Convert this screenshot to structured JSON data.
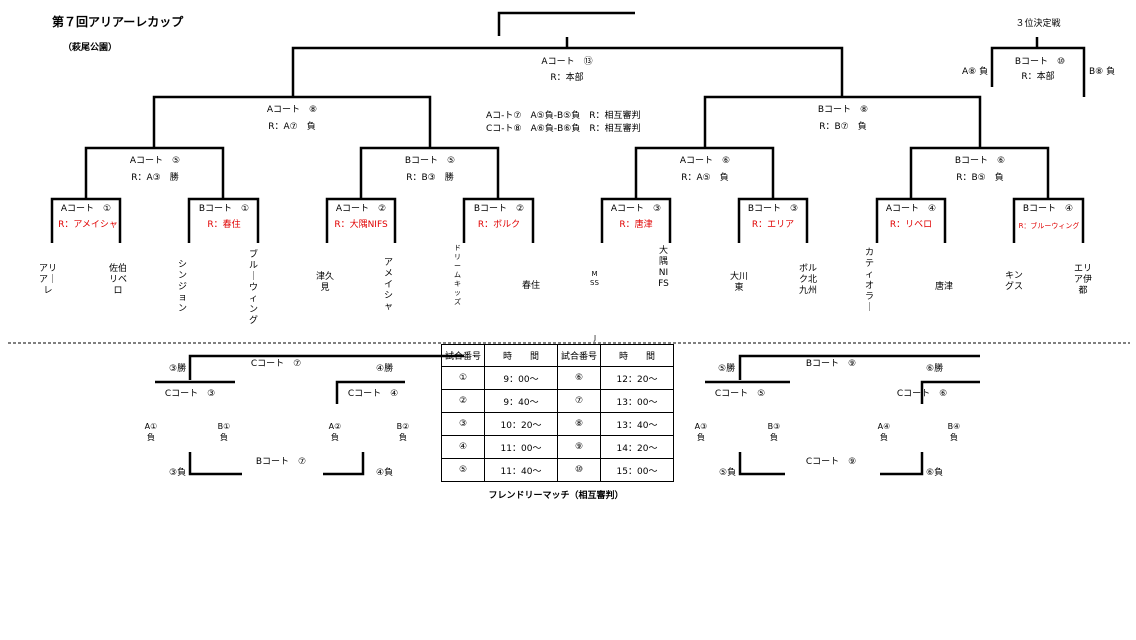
{
  "header": {
    "title": "第７回アリアーレカップ",
    "venue": "（萩尾公園）"
  },
  "third_place": {
    "title": "３位決定戦",
    "court": "Bコート　⑩",
    "ref": "R：本部",
    "left": "A⑧ 負",
    "right": "B⑧ 負"
  },
  "final": {
    "court": "Aコート　⑬",
    "ref": "R：本部"
  },
  "semis": [
    {
      "court": "Aコート　⑧",
      "ref": "R：A⑦　負"
    },
    {
      "court": "Bコート　⑧",
      "ref": "R：B⑦　負"
    }
  ],
  "mid_notes": [
    "Aコ-ト⑦　A⑤負-B⑤負　R：相互審判",
    "Cコ-ト⑧　A⑥負-B⑥負　R：相互審判"
  ],
  "quarters": [
    {
      "court": "Aコート　⑤",
      "ref": "R：A③　勝"
    },
    {
      "court": "Bコート　⑤",
      "ref": "R：B③　勝"
    },
    {
      "court": "Aコート　⑥",
      "ref": "R：A⑤　負"
    },
    {
      "court": "Bコート　⑥",
      "ref": "R：B⑤　負"
    }
  ],
  "first_round": [
    {
      "court": "Aコート　①",
      "ref": "R：アメイシャ"
    },
    {
      "court": "Bコート　①",
      "ref": "R：春住"
    },
    {
      "court": "Aコート　②",
      "ref": "R：大隅NIFS"
    },
    {
      "court": "Bコート　②",
      "ref": "R：ボルク"
    },
    {
      "court": "Aコート　③",
      "ref": "R：唐津"
    },
    {
      "court": "Bコート　③",
      "ref": "R：エリア"
    },
    {
      "court": "Aコート　④",
      "ref": "R：リベロ"
    },
    {
      "court": "Bコート　④",
      "ref": "R：ブルーウィング"
    }
  ],
  "teams": [
    "アリア｜レ",
    "佐伯リベロ",
    "シンジョン",
    "ブル｜ウィング",
    "津久見",
    "アメイシャ",
    "ドリームキッズ",
    "春住",
    "MSS",
    "大隅NIFS",
    "大川東",
    "ボルク北九州",
    "カティオラ｜",
    "唐津",
    "キングス",
    "エリア伊都"
  ],
  "friendly": {
    "left": {
      "top_court": "Cコート　⑦",
      "top_left": "③勝",
      "top_right": "④勝",
      "sub_left": "Cコート　③",
      "sub_right": "Cコート　④",
      "teams": [
        "A①負",
        "B①負",
        "A②負",
        "B②負"
      ],
      "bottom_court": "Bコート　⑦",
      "bottom_left": "③負",
      "bottom_right": "④負"
    },
    "right": {
      "top_court": "Bコート　⑨",
      "top_left": "⑤勝",
      "top_right": "⑥勝",
      "sub_left": "Cコート　⑤",
      "sub_right": "Cコート　⑥",
      "teams": [
        "A③負",
        "B③負",
        "A④負",
        "B④負"
      ],
      "bottom_court": "Cコート　⑨",
      "bottom_left": "⑤負",
      "bottom_right": "⑥負"
    },
    "caption": "フレンドリーマッチ（相互審判）",
    "mark": "J"
  },
  "schedule": {
    "headers": [
      "試合番号",
      "時　　間",
      "試合番号",
      "時　　間"
    ],
    "rows": [
      [
        "①",
        "9：00〜",
        "⑥",
        "12：20〜"
      ],
      [
        "②",
        "9：40〜",
        "⑦",
        "13：00〜"
      ],
      [
        "③",
        "10：20〜",
        "⑧",
        "13：40〜"
      ],
      [
        "④",
        "11：00〜",
        "⑨",
        "14：20〜"
      ],
      [
        "⑤",
        "11：40〜",
        "⑩",
        "15：00〜"
      ]
    ]
  }
}
